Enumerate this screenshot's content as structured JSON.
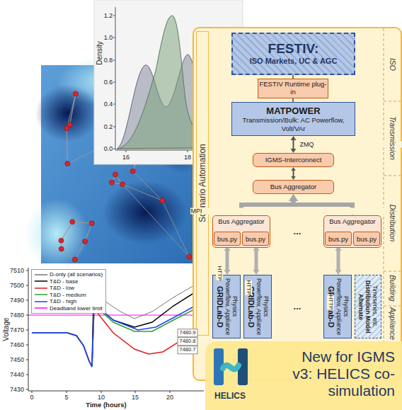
{
  "diagram": {
    "nodes": [
      {
        "text": [
          "Scenario Automation"
        ]
      },
      {
        "text": [
          "FESTIV:",
          "ISO Markets, UC & AGC"
        ],
        "in": 0
      },
      {
        "text": [
          "FESTIV Runtime plug-in"
        ],
        "in": 0
      },
      {
        "text": [
          "MATPOWER",
          "Transmission/Bulk: AC Powerflow, Volt/VAr"
        ],
        "in": 0
      },
      {
        "text": [
          "IGMS-Interconnect"
        ],
        "in": 0
      },
      {
        "text": [
          "Bus Aggregator"
        ],
        "in": 0
      },
      {
        "text": [
          "Bus Aggregator"
        ],
        "in": 0
      },
      {
        "text": [
          "bus.py"
        ],
        "in": 6
      },
      {
        "text": [
          "bus.py"
        ],
        "in": 6
      },
      {
        "text": [
          "Bus Aggregator"
        ],
        "in": 0
      },
      {
        "text": [
          "bus.py"
        ],
        "in": 9
      },
      {
        "text": [
          "bus.py"
        ],
        "in": 9
      },
      {
        "text": [
          "GRIDLab-D",
          "Powerflow, Appliance Physics"
        ],
        "in": 0
      },
      {
        "text": [
          "GRIDLab-D",
          "Powerflow, Appliance Physics"
        ],
        "in": 0
      },
      {
        "text": [
          "GRIDLab-D",
          "Powerflow, Appliance Physics"
        ],
        "in": 0
      },
      {
        "text": [
          "Alternate Distribution Model",
          "Timeseries, etc."
        ],
        "in": 0
      },
      {
        "text": [
          "HELICS",
          "New for IGMS v3: HELICS co-simulation"
        ]
      }
    ],
    "edges": [
      {
        "from": 1,
        "to": 2,
        "arrow": "none"
      },
      {
        "from": 2,
        "to": 3,
        "arrow": "none"
      },
      {
        "from": 3,
        "to": 4,
        "arrow": "both",
        "label": "ZMQ"
      },
      {
        "from": 4,
        "to": 5,
        "arrow": "both"
      },
      {
        "from": 5,
        "to": 6,
        "arrow": "both",
        "label": "MPI"
      },
      {
        "from": 5,
        "to": 9,
        "arrow": "both"
      },
      {
        "from": 7,
        "to": 12,
        "arrow": "both",
        "label": "HTTP"
      },
      {
        "from": 8,
        "to": 13,
        "arrow": "both",
        "label": "HTTP"
      },
      {
        "from": 10,
        "to": 14,
        "arrow": "both",
        "label": "HTTP"
      }
    ],
    "labels": [
      "Density",
      "1.2",
      "1.0",
      "0.8",
      "0.6",
      "0.4",
      "0.2",
      "0.0",
      "16",
      "18",
      "Voltage",
      "7510",
      "7500",
      "7490",
      "7480",
      "7470",
      "7460",
      "7450",
      "7440",
      "7430",
      "0",
      "5",
      "10",
      "15",
      "20",
      "Time (hours)",
      "7480.9",
      "7480.8",
      "7480.7",
      "...",
      "...",
      "ISO",
      "Transmission",
      "Distribution",
      "Building",
      "Appliance"
    ],
    "legend": [
      {
        "text": "D-only (all scenarios)"
      },
      {
        "text": "T&D - base"
      },
      {
        "text": "T&D - low"
      },
      {
        "text": "T&D - medium"
      },
      {
        "text": "T&D - high"
      },
      {
        "text": "Deadband lower limit"
      }
    ]
  }
}
